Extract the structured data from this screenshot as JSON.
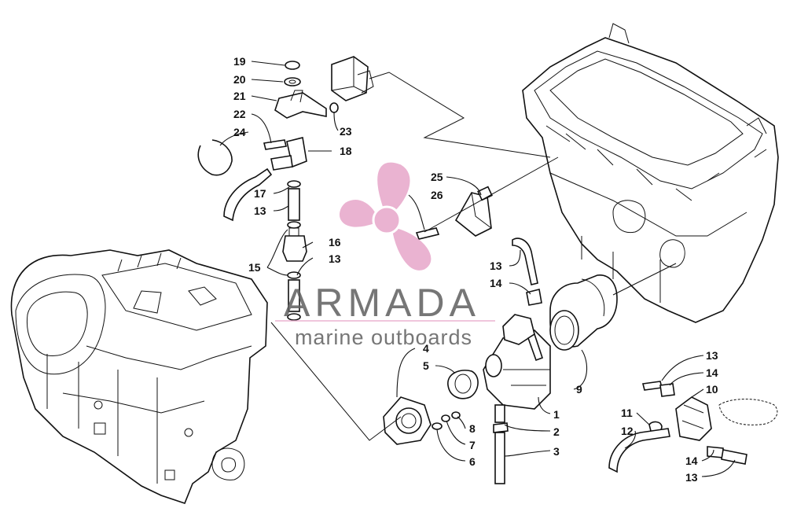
{
  "watermark": {
    "brand": "ARMADA",
    "tagline": "marine outboards",
    "brand_color": "#5f5f5f",
    "logo_color": "#e7a6c9"
  },
  "callouts": [
    {
      "id": "c19",
      "label": "19"
    },
    {
      "id": "c20",
      "label": "20"
    },
    {
      "id": "c21",
      "label": "21"
    },
    {
      "id": "c22",
      "label": "22"
    },
    {
      "id": "c24",
      "label": "24"
    },
    {
      "id": "c23",
      "label": "23"
    },
    {
      "id": "c18",
      "label": "18"
    },
    {
      "id": "c17",
      "label": "17"
    },
    {
      "id": "c13a",
      "label": "13"
    },
    {
      "id": "c25",
      "label": "25"
    },
    {
      "id": "c26",
      "label": "26"
    },
    {
      "id": "c15",
      "label": "15"
    },
    {
      "id": "c16",
      "label": "16"
    },
    {
      "id": "c13b",
      "label": "13"
    },
    {
      "id": "c13c",
      "label": "13"
    },
    {
      "id": "c14a",
      "label": "14"
    },
    {
      "id": "c4",
      "label": "4"
    },
    {
      "id": "c5",
      "label": "5"
    },
    {
      "id": "c9",
      "label": "9"
    },
    {
      "id": "c1",
      "label": "1"
    },
    {
      "id": "c8",
      "label": "8"
    },
    {
      "id": "c2",
      "label": "2"
    },
    {
      "id": "c7",
      "label": "7"
    },
    {
      "id": "c3",
      "label": "3"
    },
    {
      "id": "c6",
      "label": "6"
    },
    {
      "id": "c13d",
      "label": "13"
    },
    {
      "id": "c14b",
      "label": "14"
    },
    {
      "id": "c10",
      "label": "10"
    },
    {
      "id": "c11",
      "label": "11"
    },
    {
      "id": "c12",
      "label": "12"
    },
    {
      "id": "c14c",
      "label": "14"
    },
    {
      "id": "c13e",
      "label": "13"
    }
  ]
}
